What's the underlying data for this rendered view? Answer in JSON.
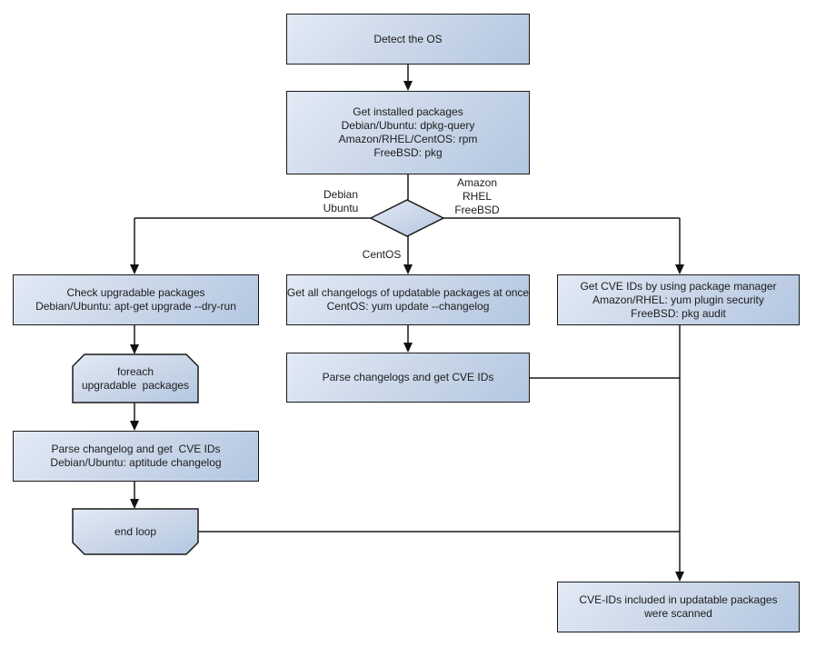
{
  "colors": {
    "node_fill_light": "#e2eaf5",
    "node_fill_dark": "#b3c7e1",
    "node_border": "#1a1a1a",
    "connector": "#1a1a1a",
    "text": "#1c1c1c",
    "background": "#ffffff"
  },
  "nodes": {
    "detect_os": "Detect the OS",
    "get_installed_packages": "Get installed packages\nDebian/Ubuntu: dpkg-query\nAmazon/RHEL/CentOS: rpm\nFreeBSD: pkg",
    "check_upgradable": "Check upgradable packages\nDebian/Ubuntu: apt-get upgrade --dry-run",
    "foreach_loop": "foreach\nupgradable  packages",
    "parse_changelog_left": "Parse changelog and get  CVE IDs\nDebian/Ubuntu: aptitude changelog",
    "end_loop": "end loop",
    "get_all_changelogs": "Get all changelogs of updatable packages at once\nCentOS: yum update --changelog",
    "parse_changelogs_mid": "Parse changelogs and get CVE IDs",
    "get_cve_ids_pkg_manager": "Get CVE IDs by using package manager\nAmazon/RHEL: yum plugin security\nFreeBSD: pkg audit",
    "cve_ids_scanned": "CVE-IDs included in updatable packages\nwere scanned"
  },
  "edge_labels": {
    "left_branch": "Debian\nUbuntu",
    "right_branch": "Amazon\nRHEL\nFreeBSD",
    "down_branch": "CentOS"
  }
}
